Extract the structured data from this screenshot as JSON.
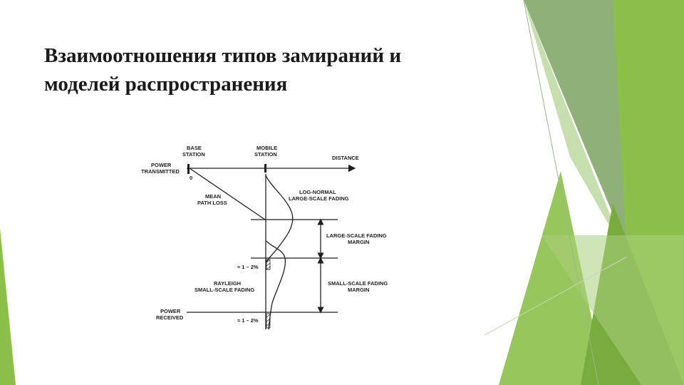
{
  "slide": {
    "title_line1": "Взаимоотношения типов замираний и",
    "title_line2": "моделей распространения"
  },
  "diagram": {
    "base_station": [
      "BASE",
      "STATION"
    ],
    "mobile_station": [
      "MOBILE",
      "STATION"
    ],
    "distance": "DISTANCE",
    "power_transmitted": [
      "POWER",
      "TRANSMITTED"
    ],
    "zero": "0",
    "mean_path_loss": [
      "MEAN",
      "PATH LOSS"
    ],
    "log_normal": [
      "LOG-NORMAL",
      "LARGE-SCALE FADING"
    ],
    "large_scale_margin": [
      "LARGE-SCALE FADING",
      "MARGIN"
    ],
    "small_scale_margin": [
      "SMALL-SCALE FADING",
      "MARGIN"
    ],
    "rayleigh": [
      "RAYLEIGH",
      "SMALL-SCALE FADING"
    ],
    "power_received": [
      "POWER",
      "RECEIVED"
    ],
    "pct_upper": "≈ 1 – 2%",
    "pct_lower": "≈ 1 – 2%"
  },
  "colors": {
    "green_light": "#8cc04a",
    "green_mid": "#7aab3f",
    "green_gray": "#8aac72",
    "green_pale": "#b9d79a"
  }
}
